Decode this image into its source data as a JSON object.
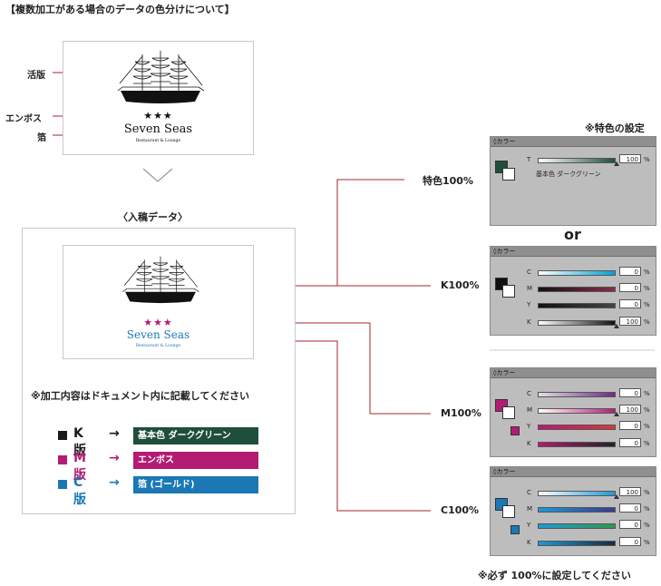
{
  "page": {
    "title": "【複数加工がある場合のデータの色分けについて】",
    "incoming_label": "〈入稿データ〉",
    "note_instruction": "※加工内容はドキュメント内に記載してください",
    "special_color_title": "※特色の設定",
    "or_label": "or",
    "footer_note": "※必ず 100%に設定してください"
  },
  "top_card": {
    "labels": {
      "letterpress": "活版",
      "emboss": "エンボス",
      "foil": "箔"
    },
    "stars": "★★★",
    "brand": "Seven Seas",
    "subtitle": "Restaurant & Lounge"
  },
  "bottom_card": {
    "stars": "★★★",
    "brand": "Seven Seas",
    "subtitle": "Restaurant & Lounge"
  },
  "legend": [
    {
      "plate": "K 版",
      "arrow": "→",
      "desc": "基本色 ダークグリーン",
      "color": "#1f4f3a",
      "text_color": "#1a1a1a"
    },
    {
      "plate": "M版",
      "arrow": "→",
      "desc": "エンボス",
      "color": "#b31c72",
      "text_color": "#b31c72"
    },
    {
      "plate": "C 版",
      "arrow": "→",
      "desc": "箔 (ゴールド)",
      "color": "#1b78b4",
      "text_color": "#1b78b4"
    }
  ],
  "connectors": {
    "spot": "特色100%",
    "k": "K100%",
    "m": "M100%",
    "c": "C100%"
  },
  "color_panels": {
    "header_label": "◊カラー",
    "spot": {
      "tint_label": "T",
      "tint_value": "100",
      "pct": "%",
      "swatch_name": "基本色 ダークグリーン",
      "fill": "#1f4f3a"
    },
    "k": {
      "rows": [
        {
          "ch": "C",
          "v": "0"
        },
        {
          "ch": "M",
          "v": "0"
        },
        {
          "ch": "Y",
          "v": "0"
        },
        {
          "ch": "K",
          "v": "100"
        }
      ],
      "pct": "%",
      "fill": "#111111"
    },
    "m": {
      "rows": [
        {
          "ch": "C",
          "v": "0"
        },
        {
          "ch": "M",
          "v": "100"
        },
        {
          "ch": "Y",
          "v": "0"
        },
        {
          "ch": "K",
          "v": "0"
        }
      ],
      "pct": "%",
      "fill": "#b31c72"
    },
    "c": {
      "rows": [
        {
          "ch": "C",
          "v": "100"
        },
        {
          "ch": "M",
          "v": "0"
        },
        {
          "ch": "Y",
          "v": "0"
        },
        {
          "ch": "K",
          "v": "0"
        }
      ],
      "pct": "%",
      "fill": "#1b78b4"
    }
  },
  "colors": {
    "connector": "#a5262f",
    "dark_green": "#1f4f3a",
    "magenta": "#b31c72",
    "cyan": "#1b78b4"
  }
}
